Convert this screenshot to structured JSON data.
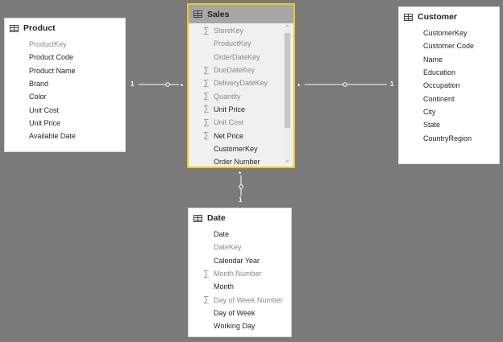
{
  "tables": {
    "product": {
      "name": "Product",
      "fields": [
        {
          "label": "ProductKey",
          "hidden": true,
          "sigma": false
        },
        {
          "label": "Product Code",
          "hidden": false,
          "sigma": false
        },
        {
          "label": "Product Name",
          "hidden": false,
          "sigma": false
        },
        {
          "label": "Brand",
          "hidden": false,
          "sigma": false
        },
        {
          "label": "Color",
          "hidden": false,
          "sigma": false
        },
        {
          "label": "Unit Cost",
          "hidden": false,
          "sigma": false
        },
        {
          "label": "Unit Price",
          "hidden": false,
          "sigma": false
        },
        {
          "label": "Available Date",
          "hidden": false,
          "sigma": false
        }
      ]
    },
    "sales": {
      "name": "Sales",
      "selected": true,
      "fields": [
        {
          "label": "StoreKey",
          "hidden": true,
          "sigma": true
        },
        {
          "label": "ProductKey",
          "hidden": true,
          "sigma": false
        },
        {
          "label": "OrderDateKey",
          "hidden": true,
          "sigma": false
        },
        {
          "label": "DueDateKey",
          "hidden": true,
          "sigma": true
        },
        {
          "label": "DeliveryDateKey",
          "hidden": true,
          "sigma": true
        },
        {
          "label": "Quantity",
          "hidden": true,
          "sigma": true
        },
        {
          "label": "Unit Price",
          "hidden": false,
          "sigma": true
        },
        {
          "label": "Unit Cost",
          "hidden": true,
          "sigma": true
        },
        {
          "label": "Net Price",
          "hidden": false,
          "sigma": true
        },
        {
          "label": "CustomerKey",
          "hidden": false,
          "sigma": false
        },
        {
          "label": "Order Number",
          "hidden": false,
          "sigma": false
        }
      ]
    },
    "customer": {
      "name": "Customer",
      "fields": [
        {
          "label": "CustomerKey",
          "hidden": false,
          "sigma": false
        },
        {
          "label": "Customer Code",
          "hidden": false,
          "sigma": false
        },
        {
          "label": "Name",
          "hidden": false,
          "sigma": false
        },
        {
          "label": "Education",
          "hidden": false,
          "sigma": false
        },
        {
          "label": "Occupation",
          "hidden": false,
          "sigma": false
        },
        {
          "label": "Continent",
          "hidden": false,
          "sigma": false
        },
        {
          "label": "City",
          "hidden": false,
          "sigma": false
        },
        {
          "label": "State",
          "hidden": false,
          "sigma": false
        },
        {
          "label": "CountryRegion",
          "hidden": false,
          "sigma": false
        }
      ]
    },
    "date": {
      "name": "Date",
      "fields": [
        {
          "label": "Date",
          "hidden": false,
          "sigma": false
        },
        {
          "label": "DateKey",
          "hidden": true,
          "sigma": false
        },
        {
          "label": "Calendar Year",
          "hidden": false,
          "sigma": false
        },
        {
          "label": "Month Number",
          "hidden": true,
          "sigma": true
        },
        {
          "label": "Month",
          "hidden": false,
          "sigma": false
        },
        {
          "label": "Day of Week Number",
          "hidden": true,
          "sigma": true
        },
        {
          "label": "Day of Week",
          "hidden": false,
          "sigma": false
        },
        {
          "label": "Working Day",
          "hidden": false,
          "sigma": false
        }
      ]
    }
  },
  "relationships": [
    {
      "from": "Product",
      "to": "Sales",
      "from_cardinality": "1",
      "to_cardinality": "*"
    },
    {
      "from": "Customer",
      "to": "Sales",
      "from_cardinality": "1",
      "to_cardinality": "*"
    },
    {
      "from": "Date",
      "to": "Sales",
      "from_cardinality": "1",
      "to_cardinality": "*"
    }
  ],
  "colors": {
    "canvas": "#7a7a7a",
    "selected_border": "#f2c811",
    "selected_header": "#a6a6a6",
    "hidden_text": "#8a8886",
    "text": "#252423"
  }
}
